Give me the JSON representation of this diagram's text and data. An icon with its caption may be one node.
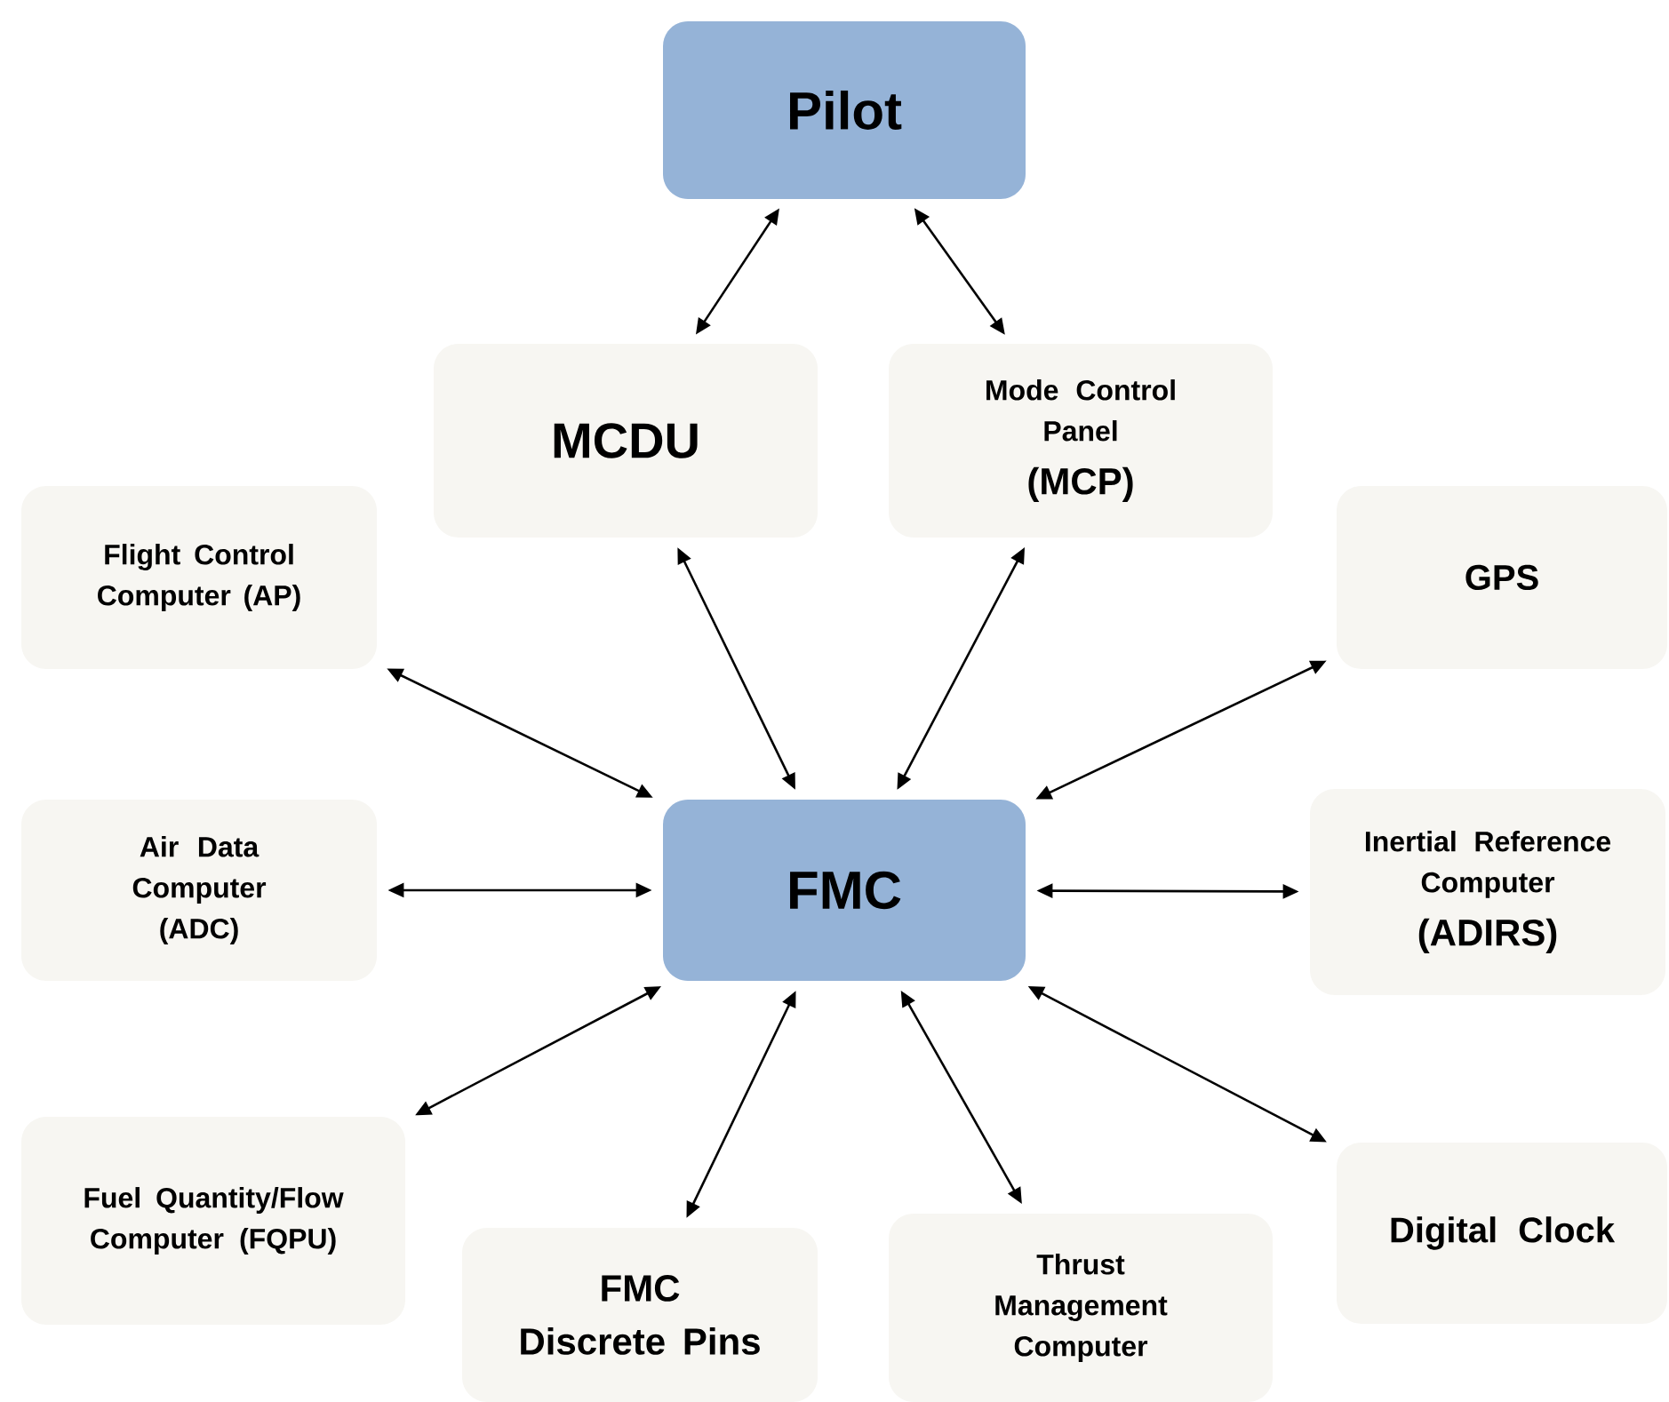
{
  "diagram": {
    "nodes": [
      {
        "text": [
          "Pilot"
        ]
      },
      {
        "text": [
          "MCDU"
        ]
      },
      {
        "text": [
          "Mode Control Panel",
          "(MCP)"
        ]
      },
      {
        "text": [
          "Flight Control Computer (AP)"
        ]
      },
      {
        "text": [
          "GPS"
        ]
      },
      {
        "text": [
          "Air Data Computer (ADC)"
        ]
      },
      {
        "text": [
          "FMC"
        ]
      },
      {
        "text": [
          "Inertial Reference Computer",
          "(ADIRS)"
        ]
      },
      {
        "text": [
          "Fuel Quantity/Flow Computer (FQPU)"
        ]
      },
      {
        "text": [
          "FMC Discrete Pins"
        ]
      },
      {
        "text": [
          "Thrust Management Computer"
        ]
      },
      {
        "text": [
          "Digital Clock"
        ]
      }
    ],
    "edges": [
      {
        "from": 0,
        "to": 1,
        "arrow": "both"
      },
      {
        "from": 0,
        "to": 2,
        "arrow": "both"
      },
      {
        "from": 1,
        "to": 6,
        "arrow": "both"
      },
      {
        "from": 2,
        "to": 6,
        "arrow": "both"
      },
      {
        "from": 3,
        "to": 6,
        "arrow": "both"
      },
      {
        "from": 4,
        "to": 6,
        "arrow": "both"
      },
      {
        "from": 5,
        "to": 6,
        "arrow": "both"
      },
      {
        "from": 7,
        "to": 6,
        "arrow": "both"
      },
      {
        "from": 8,
        "to": 6,
        "arrow": "both"
      },
      {
        "from": 9,
        "to": 6,
        "arrow": "both"
      },
      {
        "from": 10,
        "to": 6,
        "arrow": "both"
      },
      {
        "from": 11,
        "to": 6,
        "arrow": "both"
      }
    ]
  }
}
